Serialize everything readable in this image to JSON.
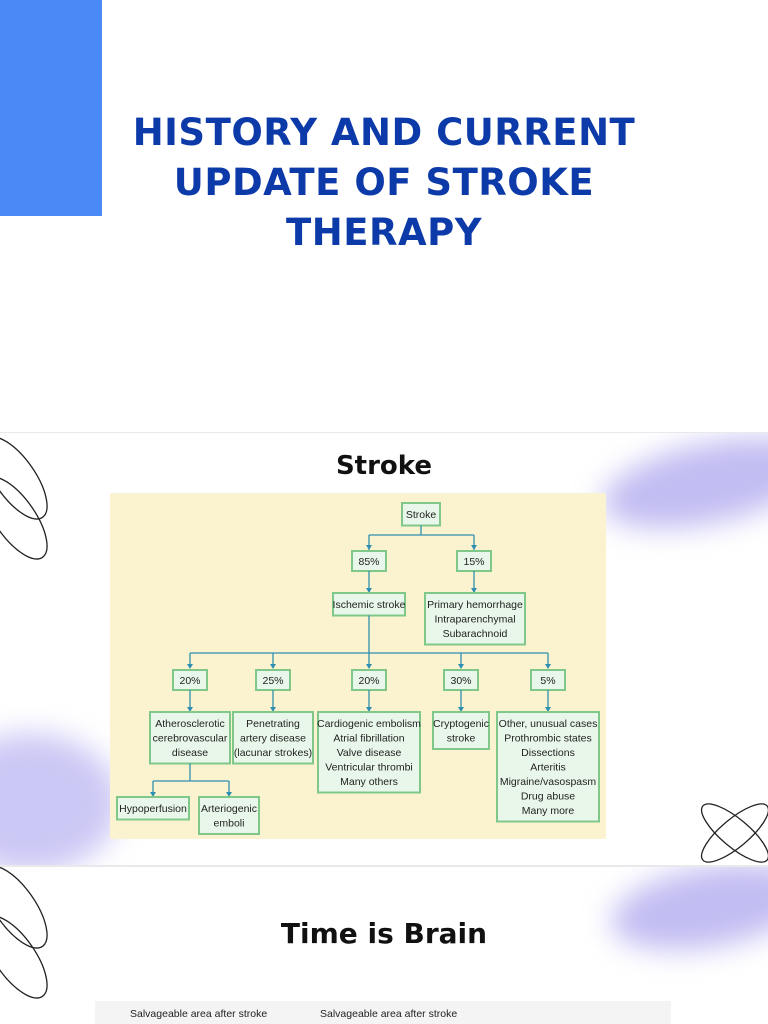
{
  "slide1": {
    "title": "HISTORY AND CURRENT UPDATE OF STROKE THERAPY"
  },
  "slide2": {
    "heading": "Stroke",
    "diagram": {
      "root": "Stroke",
      "level1": [
        {
          "pct": "85%",
          "label": [
            "Ischemic stroke"
          ]
        },
        {
          "pct": "15%",
          "label": [
            "Primary hemorrhage",
            "Intraparenchymal",
            "Subarachnoid"
          ]
        }
      ],
      "ischemic_subtypes": [
        {
          "pct": "20%",
          "label": [
            "Atherosclerotic",
            "cerebrovascular",
            "disease"
          ]
        },
        {
          "pct": "25%",
          "label": [
            "Penetrating",
            "artery disease",
            "(lacunar strokes)"
          ]
        },
        {
          "pct": "20%",
          "label": [
            "Cardiogenic embolism",
            "Atrial fibrillation",
            "Valve disease",
            "Ventricular thrombi",
            "Many others"
          ]
        },
        {
          "pct": "30%",
          "label": [
            "Cryptogenic",
            "stroke"
          ]
        },
        {
          "pct": "5%",
          "label": [
            "Other, unusual cases",
            "Prothrombic states",
            "Dissections",
            "Arteritis",
            "Migraine/vasospasm",
            "Drug abuse",
            "Many more"
          ]
        }
      ],
      "atherosclerotic_children": [
        {
          "label": [
            "Hypoperfusion"
          ]
        },
        {
          "label": [
            "Arteriogenic",
            "emboli"
          ]
        }
      ]
    }
  },
  "slide3": {
    "heading": "Time is Brain",
    "strip_labels": [
      "Salvageable area after stroke",
      "Salvageable area after stroke"
    ]
  },
  "colors": {
    "accent": "#4a8af7",
    "title": "#0d3aa9",
    "diagram_bg": "#fbf3cf",
    "node_fill": "#e9f7ea",
    "node_border": "#7fc88a",
    "connector": "#2f8fb0",
    "blob": "#8f86e8"
  }
}
